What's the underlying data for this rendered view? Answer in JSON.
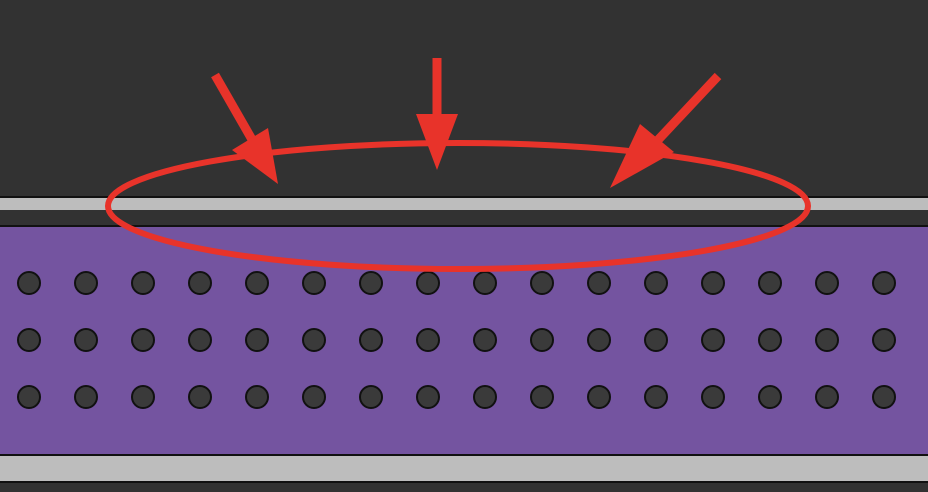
{
  "colors": {
    "background": "#323232",
    "rail": "#bdbdbd",
    "panel": "#7454a0",
    "hole": "#3a3a3a",
    "annotation": "#e8332a"
  },
  "diagram": {
    "hole_grid": {
      "rows": 3,
      "columns": 16
    },
    "annotation": {
      "shape": "ellipse",
      "arrow_count": 3
    }
  }
}
